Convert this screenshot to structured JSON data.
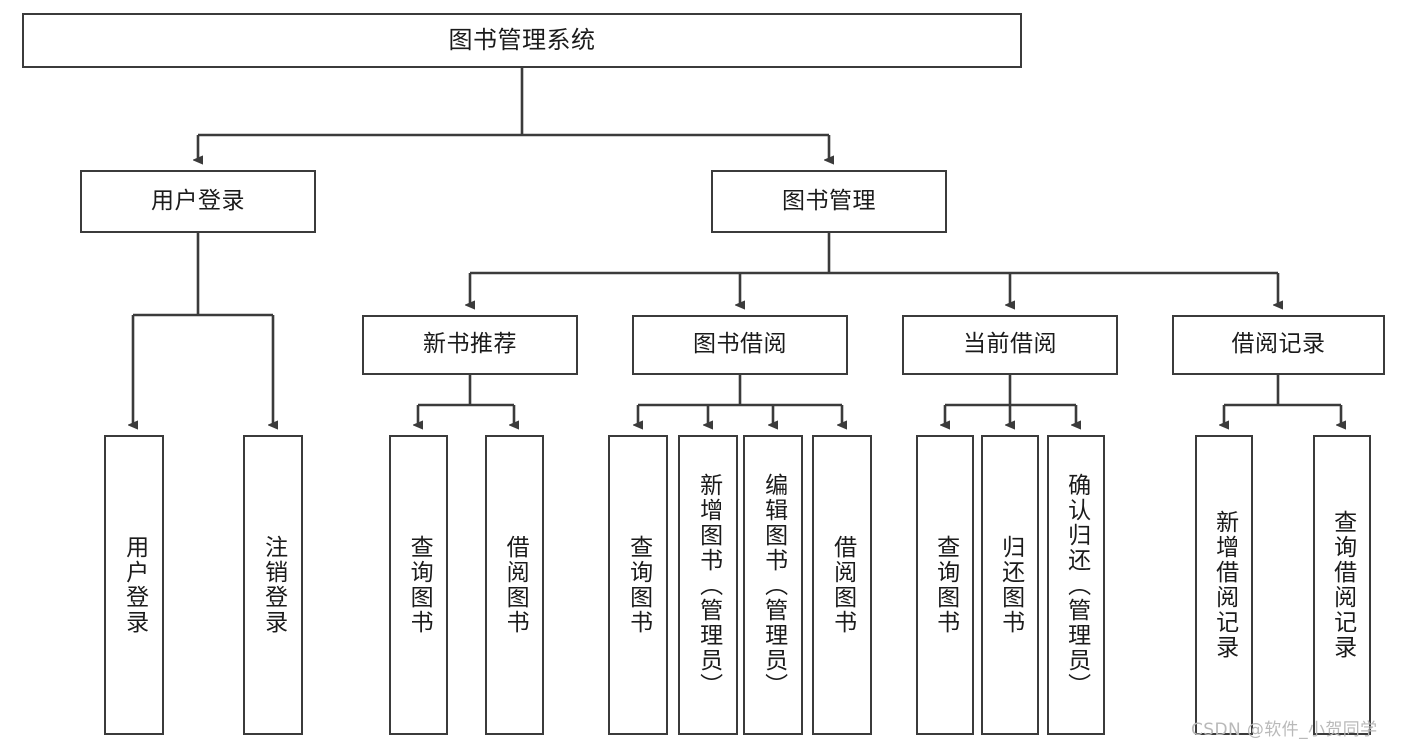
{
  "diagram": {
    "title": "图书管理系统",
    "type": "tree-hierarchy",
    "stroke_color": "#3b3b3b",
    "fill_color": "#ffffff",
    "text_color": "#1b1b1b"
  },
  "nodes": {
    "root": {
      "label": "图书管理系统"
    },
    "level2": [
      {
        "label": "用户登录"
      },
      {
        "label": "图书管理"
      }
    ],
    "level3": [
      {
        "label": "新书推荐"
      },
      {
        "label": "图书借阅"
      },
      {
        "label": "当前借阅"
      },
      {
        "label": "借阅记录"
      }
    ],
    "leaves_user_login": [
      {
        "label": "用户登录"
      },
      {
        "label": "注销登录"
      }
    ],
    "leaves_new_book": [
      {
        "label": "查询图书"
      },
      {
        "label": "借阅图书"
      }
    ],
    "leaves_borrow": [
      {
        "label": "查询图书"
      },
      {
        "label": "新增图书（管理员）"
      },
      {
        "label": "编辑图书（管理员）"
      },
      {
        "label": "借阅图书"
      }
    ],
    "leaves_current": [
      {
        "label": "查询图书"
      },
      {
        "label": "归还图书"
      },
      {
        "label": "确认归还（管理员）"
      }
    ],
    "leaves_records": [
      {
        "label": "新增借阅记录"
      },
      {
        "label": "查询借阅记录"
      }
    ]
  },
  "watermark": {
    "text": "CSDN @软件_小贺同学"
  }
}
